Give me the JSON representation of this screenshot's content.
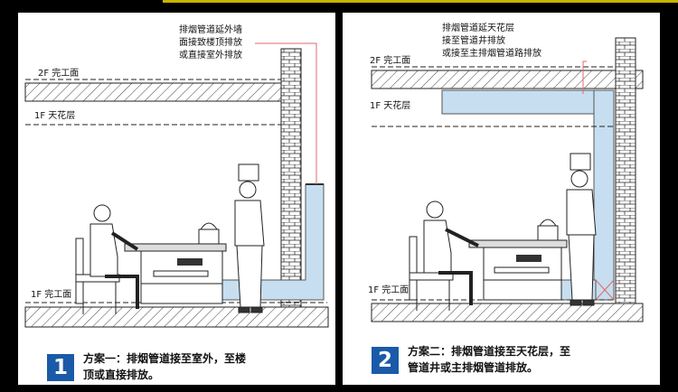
{
  "panels": [
    {
      "note_lines": [
        "排烟管道延外墙",
        "面接致楼顶排放",
        "或直接室外排放"
      ],
      "floor_2f": "2F 完工面",
      "ceiling_1f": "1F 天花层",
      "floor_1f": "1F 完工面",
      "badge": "1",
      "caption_line1": "方案一：排烟管道接至室外，至楼",
      "caption_line2": "顶或直接排放。"
    },
    {
      "note_lines": [
        "排烟管道延天花层",
        "接至管道井排放",
        "或接至主排烟管道路排放"
      ],
      "floor_2f": "2F 完工面",
      "ceiling_1f": "1F 天花层",
      "floor_1f": "1F 完工面",
      "badge": "2",
      "caption_line1": "方案二：排烟管道接至天花层，至",
      "caption_line2": "管道井或主排烟管道排放。"
    }
  ],
  "colors": {
    "duct": "#c6def0",
    "badge": "#1a5aa8",
    "leader": "#e06a6a"
  }
}
